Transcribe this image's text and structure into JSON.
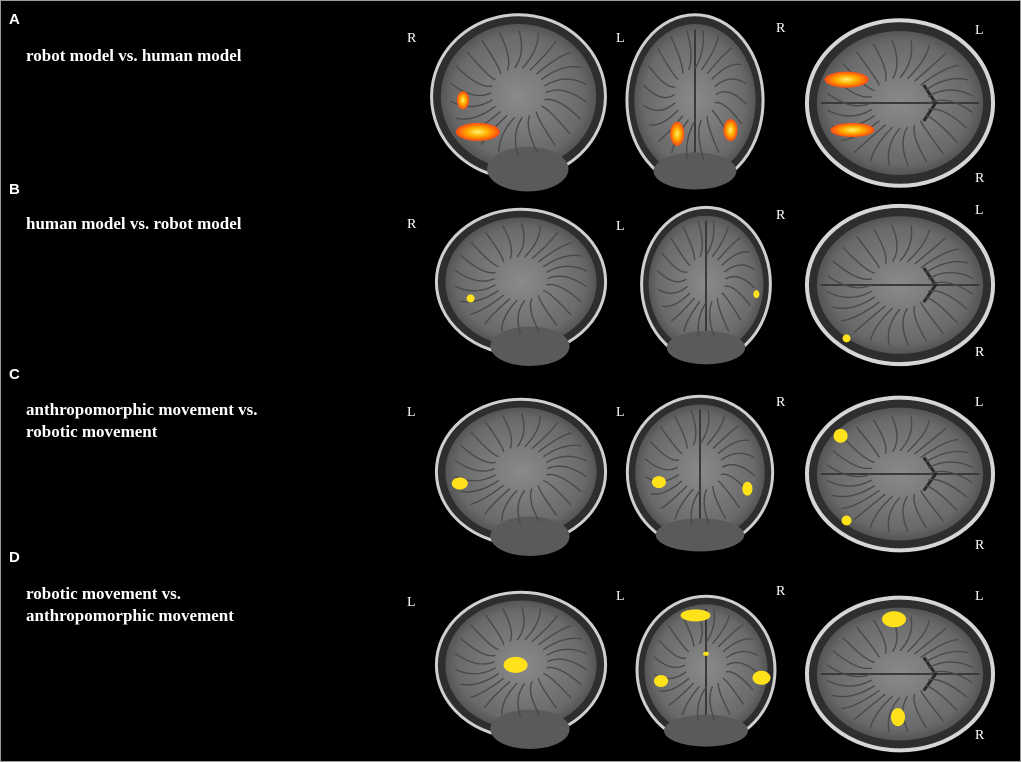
{
  "colors": {
    "background": "#000000",
    "text": "#ffffff",
    "hot": "#ff4a10",
    "yellow": "#ffe21a"
  },
  "panels": [
    {
      "letter": "A",
      "title": [
        "robot model vs. human model"
      ],
      "orient": {
        "sagittal": "R",
        "coronal_left": "L",
        "coronal_right": "R",
        "axial_top": "L",
        "axial_bottom": "R"
      }
    },
    {
      "letter": "B",
      "title": [
        "human model vs. robot model"
      ],
      "orient": {
        "sagittal": "R",
        "coronal_left": "L",
        "coronal_right": "R",
        "axial_top": "L",
        "axial_bottom": "R"
      }
    },
    {
      "letter": "C",
      "title": [
        "anthropomorphic movement vs.",
        "robotic movement"
      ],
      "orient": {
        "sagittal": "L",
        "coronal_left": "L",
        "coronal_right": "R",
        "axial_top": "L",
        "axial_bottom": "R"
      }
    },
    {
      "letter": "D",
      "title": [
        "robotic movement vs.",
        "anthropomorphic movement"
      ],
      "orient": {
        "sagittal": "L",
        "coronal_left": "L",
        "coronal_right": "R",
        "axial_top": "L",
        "axial_bottom": "R"
      }
    }
  ],
  "images": {
    "A": {
      "sagittal": "brain-sagittal-slice-with-hot-activations",
      "coronal": "brain-coronal-slice-with-hot-activations",
      "axial": "brain-axial-slice-with-hot-activations"
    },
    "B": {
      "sagittal": "brain-sagittal-slice-with-small-yellow-activation",
      "coronal": "brain-coronal-slice-with-small-yellow-activation",
      "axial": "brain-axial-slice-with-small-yellow-activation"
    },
    "C": {
      "sagittal": "brain-sagittal-slice-with-yellow-activation",
      "coronal": "brain-coronal-slice-with-bilateral-yellow-activations",
      "axial": "brain-axial-slice-with-yellow-activations"
    },
    "D": {
      "sagittal": "brain-sagittal-slice-with-yellow-activation",
      "coronal": "brain-coronal-slice-with-multiple-yellow-activations",
      "axial": "brain-axial-slice-with-yellow-activations"
    }
  }
}
